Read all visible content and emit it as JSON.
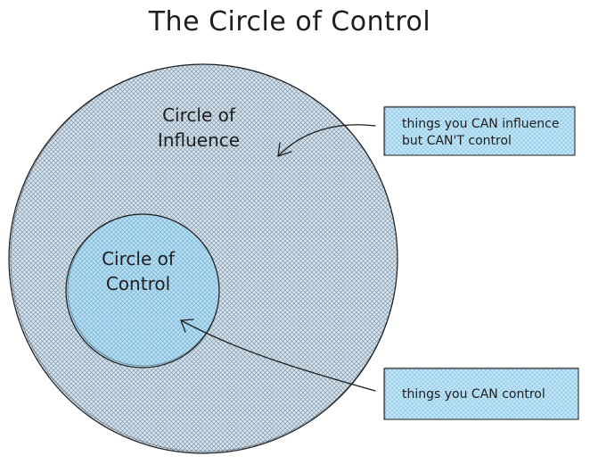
{
  "title": "The Circle of Control",
  "influence_circle": {
    "label_line1": "Circle of",
    "label_line2": "Influence"
  },
  "control_circle": {
    "label_line1": "Circle of",
    "label_line2": "Control"
  },
  "note_influence": {
    "line1": "things you CAN influence",
    "line2": "but CAN'T control"
  },
  "note_control": {
    "line1": "things you CAN control"
  },
  "colors": {
    "stroke": "#1e1e1e",
    "influence_fill": "#dbe6ee",
    "influence_hatch": "#7d98ad",
    "control_fill": "#bfe1f3",
    "control_hatch": "#6fb2d6",
    "note_fill": "#c5e6f7",
    "note_hatch": "#7fc2e4"
  }
}
